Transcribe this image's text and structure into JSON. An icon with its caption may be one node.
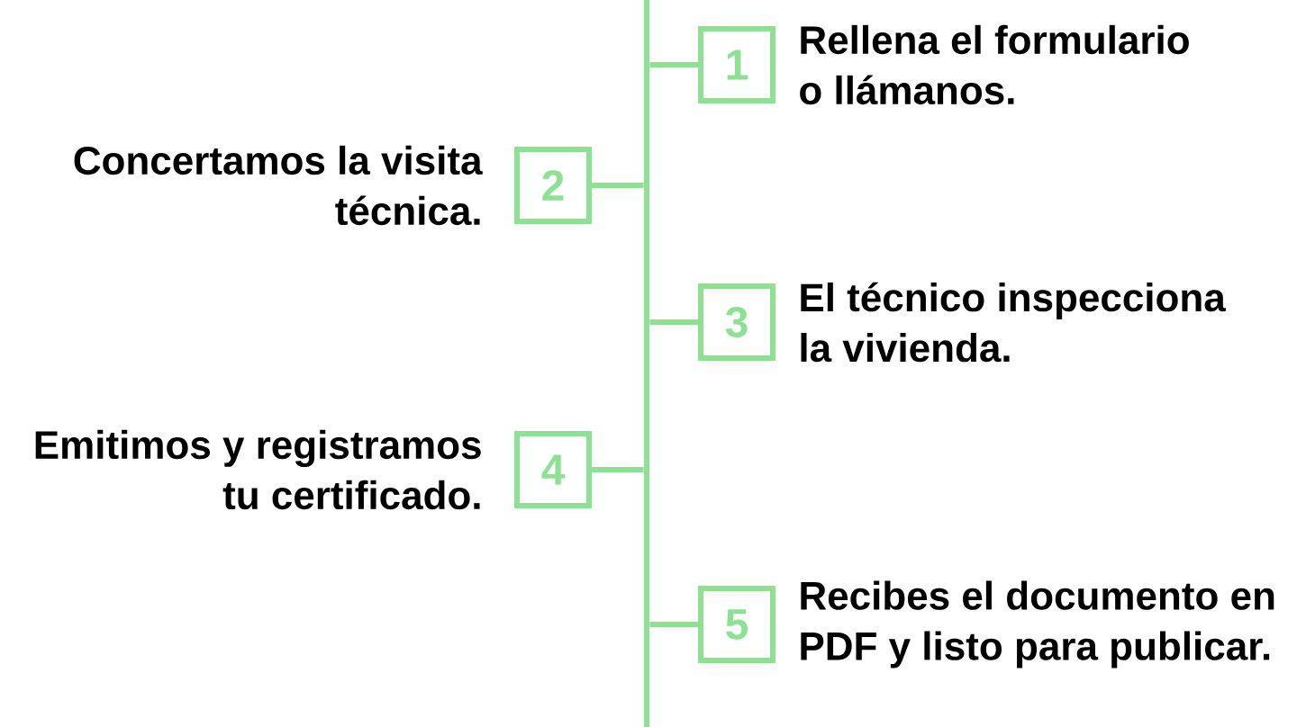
{
  "diagram": {
    "nodes": [
      {
        "text": [
          "1"
        ],
        "beside": [
          "Rellena el formulario o llámanos."
        ]
      },
      {
        "text": [
          "2"
        ],
        "beside": [
          "Concertamos la visita técnica."
        ]
      },
      {
        "text": [
          "3"
        ],
        "beside": [
          "El técnico inspecciona la vivienda."
        ]
      },
      {
        "text": [
          "4"
        ],
        "beside": [
          "Emitimos y registramos tu certificado."
        ]
      },
      {
        "text": [
          "5"
        ],
        "beside": [
          "Recibes el documento en PDF y listo para publicar."
        ]
      },
      {
        "text": [],
        "shape": "bar"
      }
    ],
    "edges": [
      {
        "from": 5,
        "to": 0,
        "arrow": "none"
      },
      {
        "from": 5,
        "to": 1,
        "arrow": "none"
      },
      {
        "from": 5,
        "to": 2,
        "arrow": "none"
      },
      {
        "from": 5,
        "to": 3,
        "arrow": "none"
      },
      {
        "from": 5,
        "to": 4,
        "arrow": "none"
      }
    ]
  }
}
